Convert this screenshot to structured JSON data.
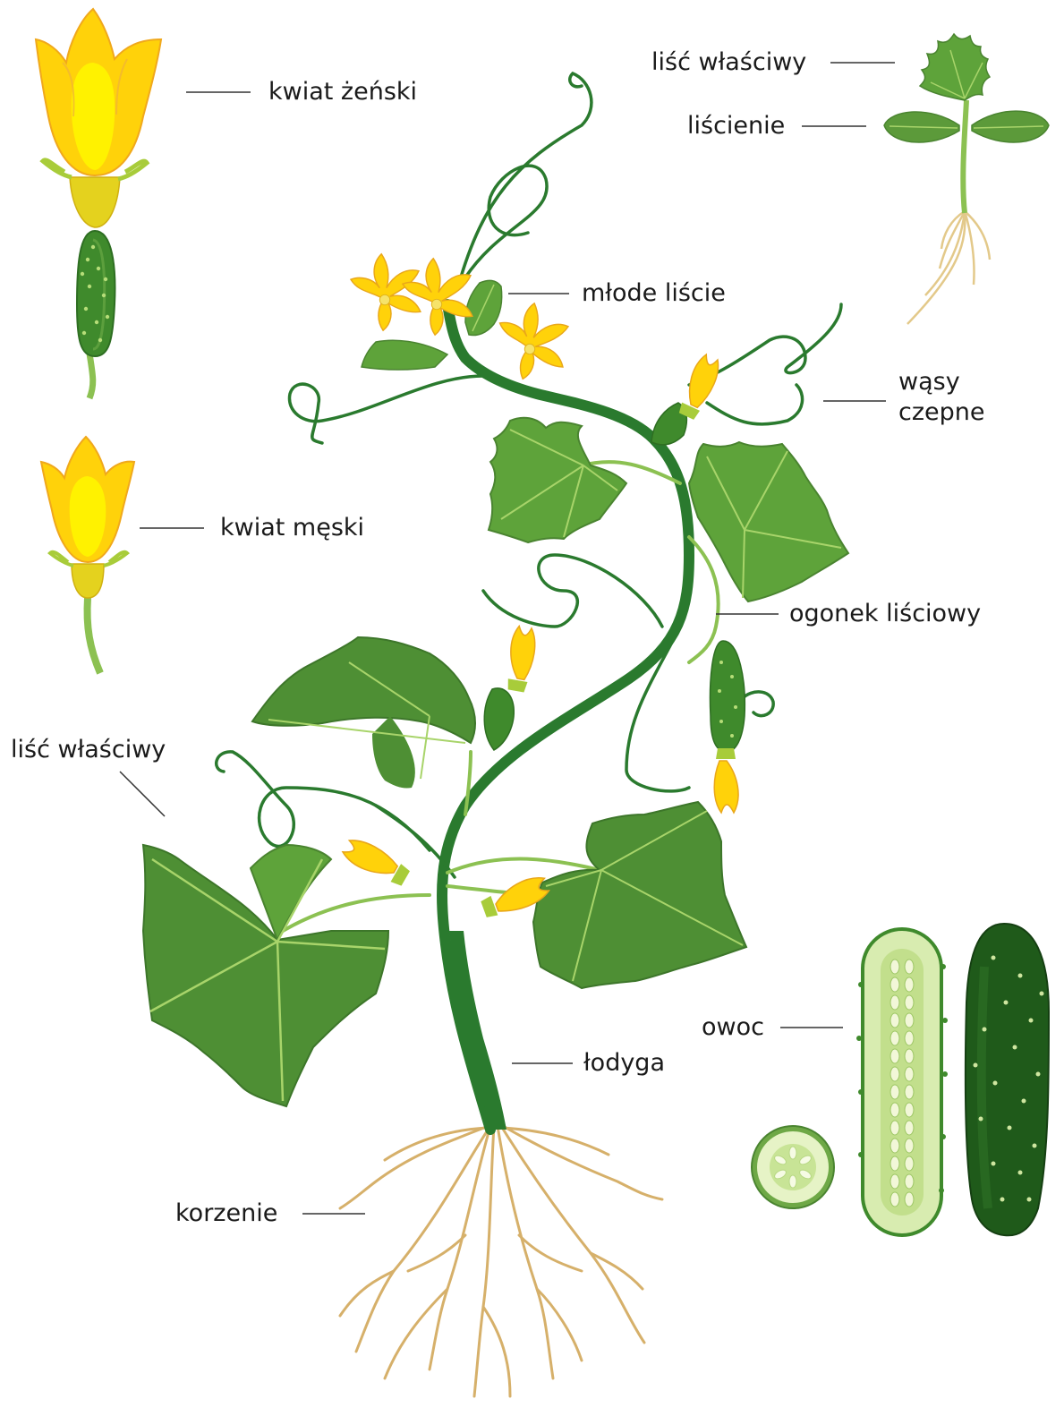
{
  "colors": {
    "stem": "#2a7a2e",
    "leaf_dark": "#4e8f34",
    "leaf_light": "#6aa845",
    "vein": "#a8d46a",
    "petiole": "#8cc152",
    "petal": "#ffd20a",
    "petal_light": "#fff200",
    "petal_edge": "#f0a81c",
    "ovary": "#e8c60f",
    "cucumber_dark": "#2e6e22",
    "cucumber_skin": "#3f8a2c",
    "cucumber_flesh": "#d8ecb0",
    "seed": "#f2f7d8",
    "root": "#d6b06a",
    "line": "#333333"
  },
  "labels": {
    "female_flower": "kwiat żeński",
    "male_flower": "kwiat męski",
    "true_leaf_seedling": "liść właściwy",
    "cotyledons": "liścienie",
    "young_leaves": "młode liście",
    "tendrils": "wąsy\nczepne",
    "petiole": "ogonek liściowy",
    "true_leaf": "liść właściwy",
    "fruit": "owoc",
    "stem": "łodyga",
    "root": "korzenie"
  },
  "icons": {
    "female_flower": "female-flower-icon",
    "male_flower": "male-flower-icon",
    "seedling": "seedling-icon",
    "cucumber_plant": "cucumber-plant-icon",
    "cucumber_slice": "cucumber-slice-icon",
    "cucumber_half": "cucumber-half-icon",
    "cucumber_whole": "cucumber-whole-icon"
  }
}
